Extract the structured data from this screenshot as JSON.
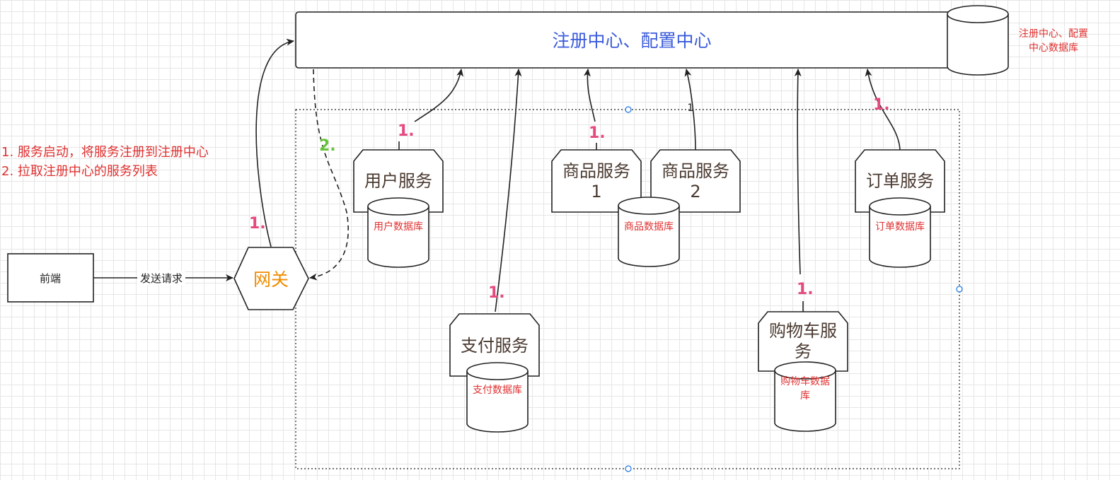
{
  "registry": {
    "title": "注册中心、配置中心",
    "db_line1": "注册中心、配置",
    "db_line2": "中心数据库"
  },
  "legend": {
    "line1": "1. 服务启动，将服务注册到注册中心",
    "line2": "2. 拉取注册中心的服务列表"
  },
  "frontend": {
    "label": "前端"
  },
  "gateway": {
    "label": "网关"
  },
  "edges": {
    "send_request": "发送请求",
    "step1": "1.",
    "step2": "2.",
    "tiny_one": "1"
  },
  "services": {
    "user": {
      "name": "用户服务",
      "db": "用户数据库"
    },
    "product1": {
      "name_line1": "商品服务",
      "name_line2": "1"
    },
    "product2": {
      "name_line1": "商品服务",
      "name_line2": "2"
    },
    "product_db": "商品数据库",
    "order": {
      "name": "订单服务",
      "db": "订单数据库"
    },
    "pay": {
      "name": "支付服务",
      "db": "支付数据库"
    },
    "cart": {
      "name_line1": "购物车服",
      "name_line2": "务",
      "db_line1": "购物车数据",
      "db_line2": "库"
    }
  },
  "colors": {
    "stroke": "#222222",
    "registry_text": "#3b5bdb",
    "gateway_text": "#f08c00",
    "red_text": "#e03131",
    "step1": "#e64980",
    "step2": "#69c23a",
    "service_text": "#4a3a30",
    "selection": "#1a73e8"
  }
}
